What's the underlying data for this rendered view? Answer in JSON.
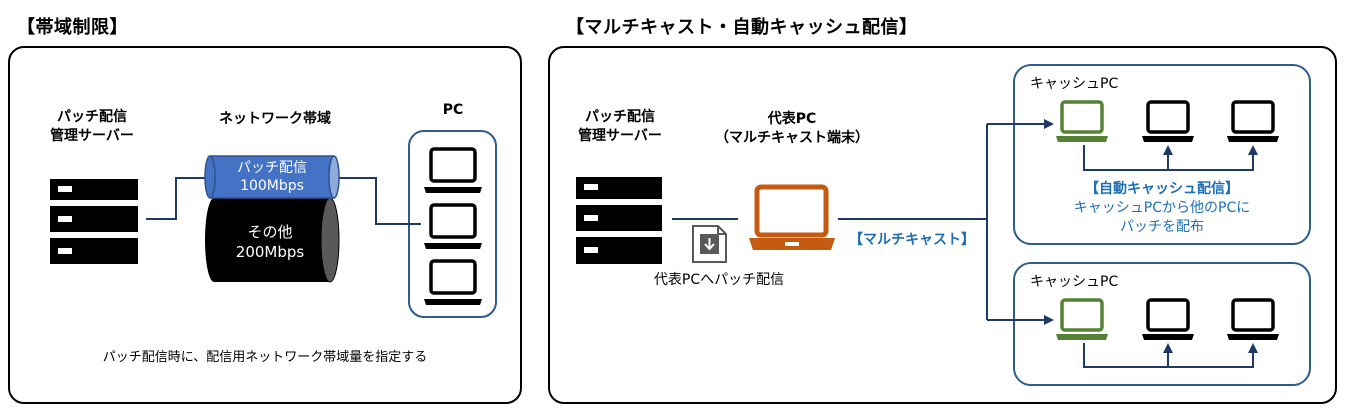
{
  "left": {
    "title": "【帯域制限】",
    "server_label_line1": "パッチ配信",
    "server_label_line2": "管理サーバー",
    "network_label": "ネットワーク帯域",
    "patch_pipe_line1": "パッチ配信",
    "patch_pipe_line2": "100Mbps",
    "other_pipe_line1": "その他",
    "other_pipe_line2": "200Mbps",
    "pc_label": "PC",
    "caption": "パッチ配信時に、配信用ネットワーク帯域量を指定する"
  },
  "right": {
    "title": "【マルチキャスト・自動キャッシュ配信】",
    "server_label_line1": "パッチ配信",
    "server_label_line2": "管理サーバー",
    "rep_label_line1": "代表PC",
    "rep_label_line2": "（マルチキャスト端末）",
    "file_caption": "代表PCへパッチ配信",
    "multicast_label": "【マルチキャスト】",
    "cache_group1_label": "キャッシュPC",
    "cache_group2_label": "キャッシュPC",
    "auto_cache_title": "【自動キャッシュ配信】",
    "auto_cache_line1": "キャッシュPCから他のPCに",
    "auto_cache_line2": "パッチを配布"
  },
  "colors": {
    "navy": "#1f3864",
    "blue_pipe": "#4472c4",
    "accent_blue": "#1f6fb4",
    "rep_pc_orange": "#c55a11",
    "cache_pc_green": "#548235",
    "group_border": "#2e5d8c"
  }
}
